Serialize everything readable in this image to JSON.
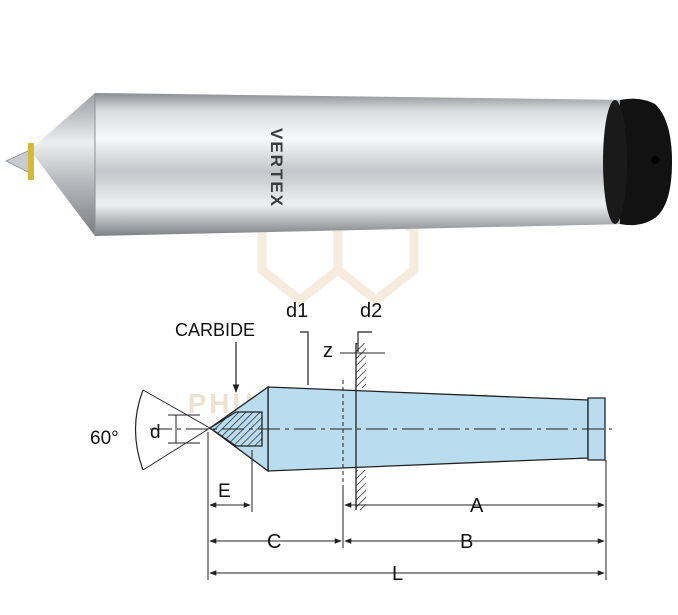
{
  "product": {
    "brand_text": "VERTEX"
  },
  "watermark": {
    "text": "PHUONG VIEN TEK"
  },
  "diagram": {
    "labels": {
      "carbide": "CARBIDE",
      "angle": "60°",
      "d": "d",
      "d1": "d1",
      "d2": "d2",
      "z": "z",
      "e": "E",
      "a": "A",
      "b": "B",
      "c": "C",
      "l": "L"
    }
  },
  "colors": {
    "body_fill": "#b9dcef",
    "line": "#222222",
    "carbide_band": "#d7b93a",
    "steel_dark": "#7a7d82",
    "steel_light": "#f4f5f6",
    "cap": "#111111",
    "watermark": "#e8d9c4"
  }
}
